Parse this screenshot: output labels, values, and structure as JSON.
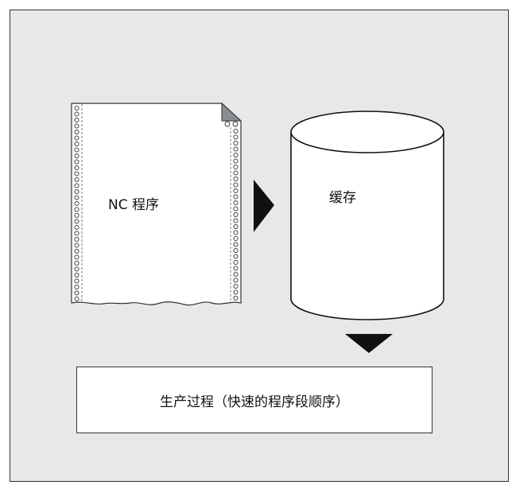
{
  "diagram": {
    "nc_program_label": "NC 程序",
    "buffer_label": "缓存",
    "production_label": "生产过程（快速的程序段顺序）"
  },
  "colors": {
    "background": "#e6e8ea",
    "paper": "#ffffff",
    "outline": "#333333",
    "arrow": "#111111",
    "dog_ear": "#8a8d90"
  }
}
